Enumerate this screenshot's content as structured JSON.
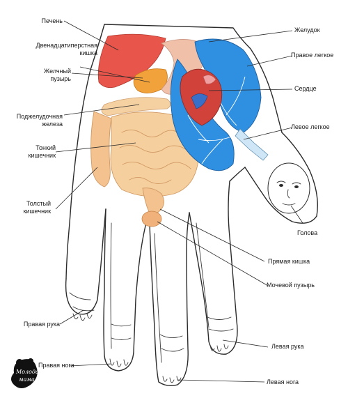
{
  "labels": {
    "liver": "Печень",
    "duodenum_1": "Двенадцатиперстная",
    "duodenum_2": "кишка",
    "gallbladder_1": "Желчный",
    "gallbladder_2": "пузырь",
    "pancreas_1": "Поджелудочная",
    "pancreas_2": "железа",
    "small_intestine_1": "Тонкий",
    "small_intestine_2": "кишечник",
    "colon_1": "Толстый",
    "colon_2": "кишечник",
    "right_arm": "Правая рука",
    "right_leg": "Правая нога",
    "stomach": "Желудок",
    "right_lung": "Правое легкое",
    "heart": "Сердце",
    "left_lung": "Левое легкое",
    "head": "Голова",
    "rectum": "Прямая кишка",
    "bladder": "Мочевой пузырь",
    "left_arm": "Левая рука",
    "left_leg": "Левая нога"
  },
  "logo": {
    "text_1": "Молодая",
    "text_2": "мама"
  },
  "colors": {
    "liver": "#e8554a",
    "lung": "#2f8fe0",
    "intestine": "#f3c28e",
    "gallbladder": "#f2a23a",
    "heart": "#d0423a",
    "outline": "#2b2b2b"
  }
}
